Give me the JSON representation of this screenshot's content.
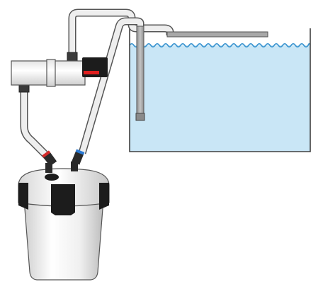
{
  "diagram": {
    "kind": "aquarium canister filter with inline uv sterilizer setup",
    "components": [
      "aquarium-tank",
      "canister-filter",
      "uv-sterilizer",
      "intake-tube",
      "spray-bar-outlet",
      "hoses"
    ]
  },
  "colors": {
    "water": "#c9e6f6",
    "water_surface": "#3a94d0",
    "tank_outline": "#404040",
    "hose_fill": "#eeeeee",
    "hose_outline": "#555555",
    "pipe_fill": "#a8a8a8",
    "sterilizer_body": "#f2f2f2",
    "sterilizer_cap": "#1c1c1c",
    "sterilizer_switch": "#e02020",
    "canister_body": "#f4f4f4",
    "canister_accent": "#1c1c1c",
    "valve_red": "#d42a2a",
    "valve_blue": "#2a7ad4"
  }
}
